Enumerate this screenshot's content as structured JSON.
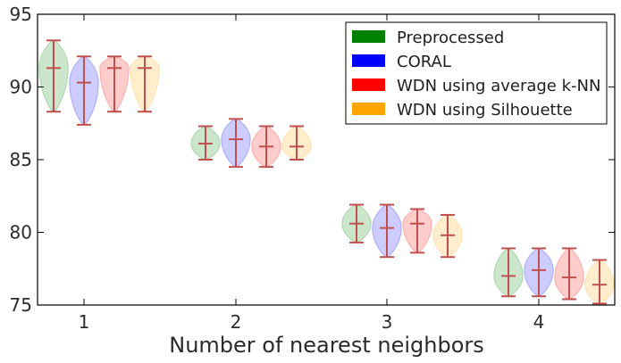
{
  "chart_data": {
    "type": "violin",
    "title": "",
    "xlabel": "Number of nearest neighbors",
    "ylabel": "",
    "categories": [
      "1",
      "2",
      "3",
      "4"
    ],
    "ylim": [
      75,
      95
    ],
    "yticks": [
      75,
      80,
      85,
      90,
      95
    ],
    "legend_position": "top-right",
    "series": [
      {
        "name": "Preprocessed",
        "color": "#008000",
        "distributions": [
          {
            "min": 88.3,
            "median": 91.3,
            "max": 93.2
          },
          {
            "min": 85.0,
            "median": 86.1,
            "max": 87.3
          },
          {
            "min": 79.3,
            "median": 80.6,
            "max": 81.9
          },
          {
            "min": 75.6,
            "median": 77.0,
            "max": 78.9
          }
        ]
      },
      {
        "name": "CORAL",
        "color": "#0000ff",
        "distributions": [
          {
            "min": 87.4,
            "median": 90.3,
            "max": 92.1
          },
          {
            "min": 84.5,
            "median": 86.4,
            "max": 87.8
          },
          {
            "min": 78.3,
            "median": 80.3,
            "max": 81.9
          },
          {
            "min": 75.6,
            "median": 77.4,
            "max": 78.9
          }
        ]
      },
      {
        "name": "WDN using average k-NN",
        "color": "#ff0000",
        "distributions": [
          {
            "min": 88.3,
            "median": 91.3,
            "max": 92.1
          },
          {
            "min": 84.5,
            "median": 85.9,
            "max": 87.3
          },
          {
            "min": 78.6,
            "median": 80.6,
            "max": 81.6
          },
          {
            "min": 75.4,
            "median": 76.9,
            "max": 78.9
          }
        ]
      },
      {
        "name": "WDN using Silhouette",
        "color": "#ffa500",
        "distributions": [
          {
            "min": 88.3,
            "median": 91.3,
            "max": 92.1
          },
          {
            "min": 85.0,
            "median": 85.9,
            "max": 87.3
          },
          {
            "min": 78.3,
            "median": 79.8,
            "max": 81.2
          },
          {
            "min": 75.1,
            "median": 76.4,
            "max": 78.1
          }
        ]
      }
    ],
    "whisker_color": "#c0504d",
    "grid": false
  }
}
